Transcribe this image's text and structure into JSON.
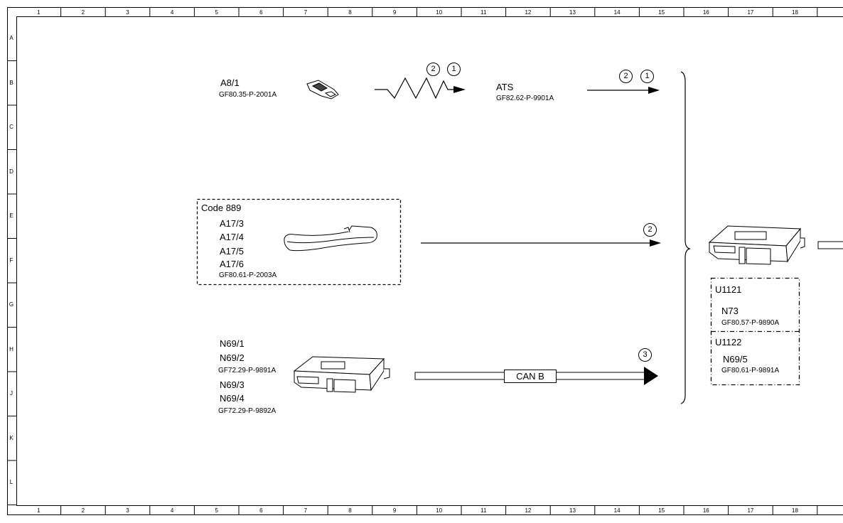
{
  "ruler": {
    "columns": [
      "1",
      "2",
      "3",
      "4",
      "5",
      "6",
      "7",
      "8",
      "9",
      "10",
      "11",
      "12",
      "13",
      "14",
      "15",
      "16",
      "17",
      "18"
    ],
    "rows": [
      "A",
      "B",
      "C",
      "D",
      "E",
      "F",
      "G",
      "H",
      "J",
      "K",
      "L"
    ]
  },
  "sources": {
    "key": {
      "id": "A8/1",
      "ref": "GF80.35-P-2001A",
      "circles": [
        "2",
        "1"
      ]
    },
    "ats": {
      "id": "ATS",
      "ref": "GF82.62-P-9901A",
      "circles": [
        "2",
        "1"
      ]
    },
    "door": {
      "code": "Code 889",
      "ids": [
        "A17/3",
        "A17/4",
        "A17/5",
        "A17/6"
      ],
      "ref": "GF80.61-P-2003A",
      "circle": "2"
    },
    "n69": {
      "ids_a": [
        "N69/1",
        "N69/2"
      ],
      "ref_a": "GF72.29-P-9891A",
      "ids_b": [
        "N69/3",
        "N69/4"
      ],
      "ref_b": "GF72.29-P-9892A",
      "circle": "3",
      "bus": "CAN B"
    }
  },
  "target": {
    "u1121": {
      "title": "U1121",
      "id": "N73",
      "ref": "GF80.57-P-9890A"
    },
    "u1122": {
      "title": "U1122",
      "id": "N69/5",
      "ref": "GF80.61-P-9891A"
    }
  }
}
